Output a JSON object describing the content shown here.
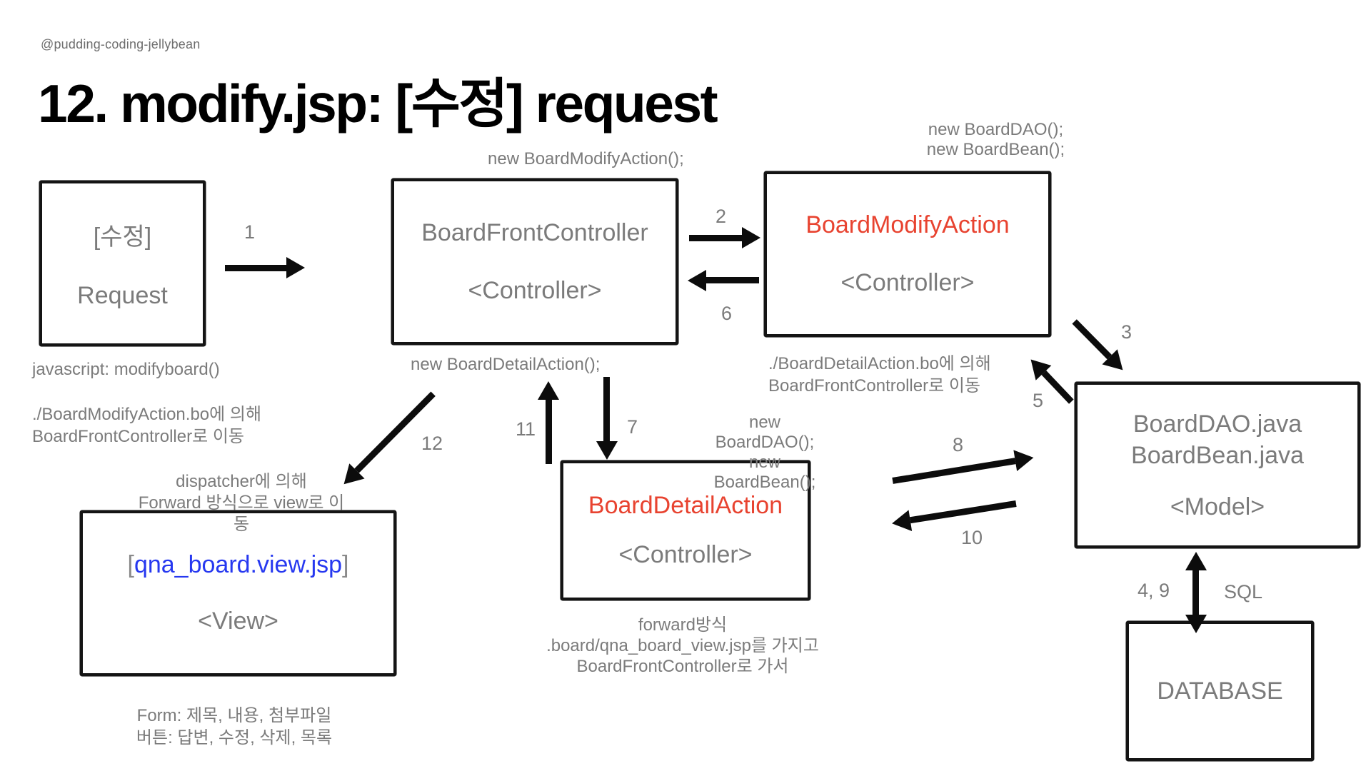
{
  "page": {
    "handle": "@pudding-coding-jellybean",
    "title": "12. modify.jsp: [수정] request"
  },
  "colors": {
    "accent_red": "#e84330",
    "accent_blue": "#2638f0",
    "box_text_gray": "#7b7b7b",
    "arrow_black": "#0c0c0c"
  },
  "boxes": {
    "request": {
      "line1": "[수정]",
      "line2": "Request"
    },
    "front_controller": {
      "line1": "BoardFrontController",
      "line2": "<Controller>"
    },
    "modify_action": {
      "line1": "BoardModifyAction",
      "line2": "<Controller>"
    },
    "model": {
      "line1": "BoardDAO.java",
      "line2": "BoardBean.java",
      "line3": "<Model>"
    },
    "detail_action": {
      "line1": "BoardDetailAction",
      "line2": "<Controller>"
    },
    "view": {
      "bracket_open": "[",
      "name": "qna_board.view.jsp",
      "bracket_close": "]",
      "line2": "<View>"
    },
    "database": {
      "line1": "DATABASE"
    }
  },
  "annotations": {
    "new_modify_action": "new BoardModifyAction();",
    "new_detail_action": "new BoardDetailAction();",
    "javascript_modifyboard": "javascript: modifyboard()",
    "modify_bo_1": "./BoardModifyAction.bo에 의해",
    "modify_bo_2": "BoardFrontController로 이동",
    "dao_bean_1": "new BoardDAO();",
    "dao_bean_2": "new BoardBean();",
    "detail_bo_1": "./BoardDetailAction.bo에 의해",
    "detail_bo_2": "BoardFrontController로 이동",
    "forward_1": "forward방식",
    "forward_2": ".board/qna_board_view.jsp를 가지고",
    "forward_3": "BoardFrontController로 가서",
    "dispatcher_1": "dispatcher에 의해",
    "dispatcher_2": "Forward 방식으로 view로 이동",
    "form_1": "Form: 제목, 내용, 첨부파일",
    "form_2": "버튼: 답변, 수정, 삭제, 목록"
  },
  "steps": {
    "s1": "1",
    "s2": "2",
    "s3": "3",
    "s4_9": "4, 9",
    "s5": "5",
    "s6": "6",
    "s7": "7",
    "s8": "8",
    "s10": "10",
    "s11": "11",
    "s12": "12",
    "sql": "SQL"
  }
}
